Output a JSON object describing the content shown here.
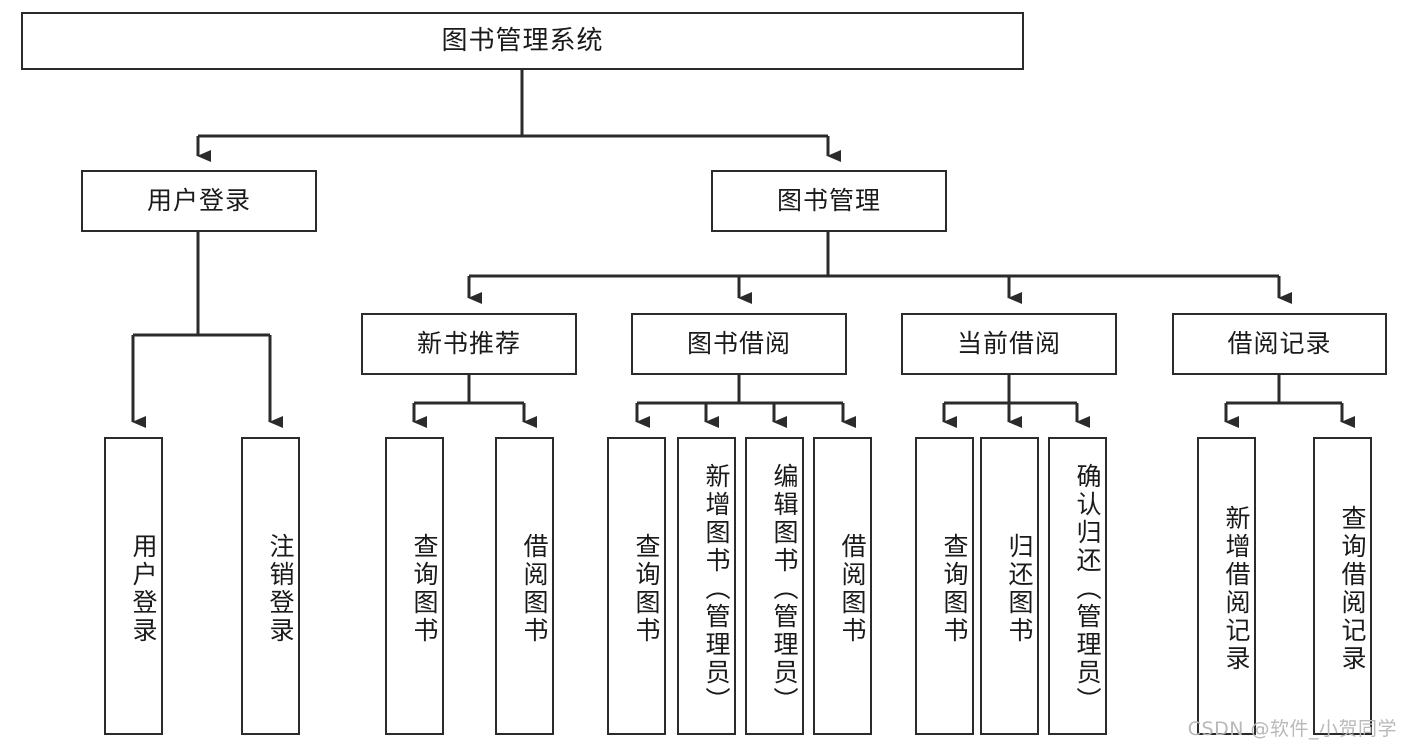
{
  "diagram": {
    "type": "tree-hierarchy-chart",
    "title": "图书管理系统",
    "root": {
      "label": "图书管理系统"
    },
    "level2": [
      {
        "label": "用户登录"
      },
      {
        "label": "图书管理"
      }
    ],
    "level3": [
      {
        "label": "新书推荐"
      },
      {
        "label": "图书借阅"
      },
      {
        "label": "当前借阅"
      },
      {
        "label": "借阅记录"
      }
    ],
    "leaves_user_login": [
      {
        "label": "用户登录"
      },
      {
        "label": "注销登录"
      }
    ],
    "leaves_new_book": [
      {
        "label": "查询图书"
      },
      {
        "label": "借阅图书"
      }
    ],
    "leaves_borrow": [
      {
        "label": "查询图书"
      },
      {
        "label": "新增图书（管理员）"
      },
      {
        "label": "编辑图书（管理员）"
      },
      {
        "label": "借阅图书"
      }
    ],
    "leaves_current": [
      {
        "label": "查询图书"
      },
      {
        "label": "归还图书"
      },
      {
        "label": "确认归还（管理员）"
      }
    ],
    "leaves_records": [
      {
        "label": "新增借阅记录"
      },
      {
        "label": "查询借阅记录"
      }
    ]
  },
  "watermark": {
    "text": "CSDN @软件_小贺同学"
  },
  "colors": {
    "stroke": "#2b2b2b",
    "fill": "#ffffff",
    "text": "#1a1a1a",
    "watermark": "#b9b9b9"
  }
}
